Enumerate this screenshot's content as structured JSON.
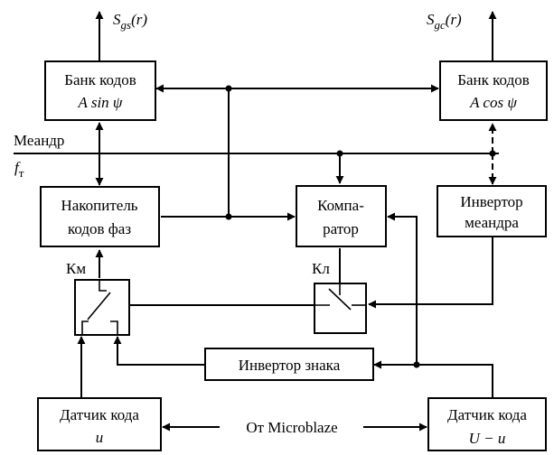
{
  "blocks": {
    "bank_sin": {
      "line1": "Банк кодов",
      "line2": "A sin ψ"
    },
    "bank_cos": {
      "line1": "Банк кодов",
      "line2": "A cos ψ"
    },
    "accumulator": {
      "line1": "Накопитель",
      "line2": "кодов фаз"
    },
    "comparator": {
      "line1": "Компа-",
      "line2": "ратор"
    },
    "meander_inverter": {
      "line1": "Инвертор",
      "line2": "меандра"
    },
    "sign_inverter": {
      "label": "Инвертор знака"
    },
    "sensor_u": {
      "line1": "Датчик кода",
      "line2": "u"
    },
    "sensor_U_u": {
      "line1": "Датчик кода",
      "line2": "U − u"
    }
  },
  "outputs": {
    "sgs": "S",
    "sgs_sub": "gs",
    "sgs_arg": "(r)",
    "sgc": "S",
    "sgc_sub": "gc",
    "sgc_arg": "(r)"
  },
  "labels": {
    "meander": "Меандр",
    "ft": "f",
    "ft_sub": "т",
    "km": "Км",
    "kl": "Кл",
    "from_microblaze": "От Microblaze"
  }
}
